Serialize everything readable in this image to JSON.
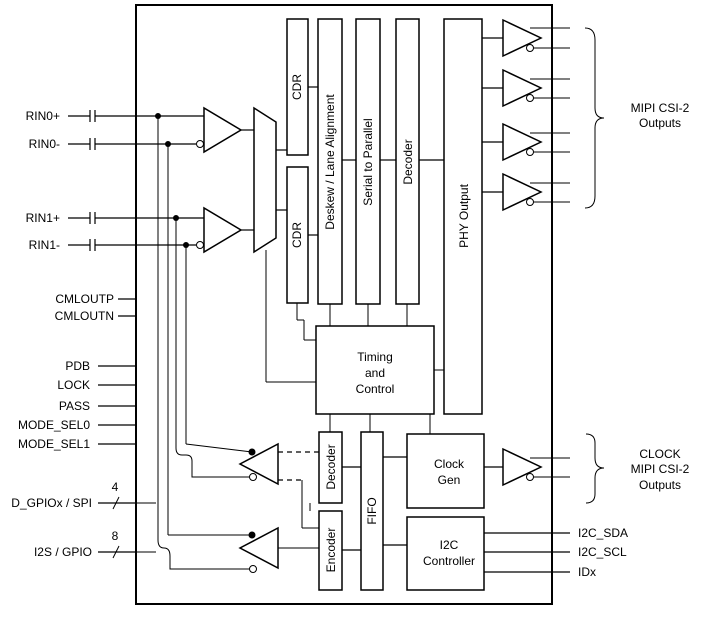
{
  "pins_left": {
    "rin0p": "RIN0+",
    "rin0n": "RIN0-",
    "rin1p": "RIN1+",
    "rin1n": "RIN1-",
    "cmloutp": "CMLOUTP",
    "cmloutn": "CMLOUTN",
    "pdb": "PDB",
    "lock": "LOCK",
    "pass": "PASS",
    "mode_sel0": "MODE_SEL0",
    "mode_sel1": "MODE_SEL1",
    "d_gpio": "D_GPIOx / SPI",
    "d_gpio_width": "4",
    "i2s": "I2S / GPIO",
    "i2s_width": "8"
  },
  "blocks": {
    "cdr_top": "CDR",
    "cdr_bottom": "CDR",
    "deskew": "Deskew / Lane Alignment",
    "serial": "Serial to Parallel",
    "decoder_top": "Decoder",
    "phy": "PHY Output",
    "timing": [
      "Timing",
      "and",
      "Control"
    ],
    "decoder_bottom": "Decoder",
    "encoder": "Encoder",
    "fifo": "FIFO",
    "clockgen": [
      "Clock",
      "Gen"
    ],
    "i2c": [
      "I2C",
      "Controller"
    ]
  },
  "pins_right": {
    "i2c_sda": "I2C_SDA",
    "i2c_scl": "I2C_SCL",
    "idx": "IDx"
  },
  "groups": {
    "csi_outputs": [
      "MIPI CSI-2",
      "Outputs"
    ],
    "clock_outputs": [
      "CLOCK",
      "MIPI CSI-2",
      "Outputs"
    ]
  }
}
